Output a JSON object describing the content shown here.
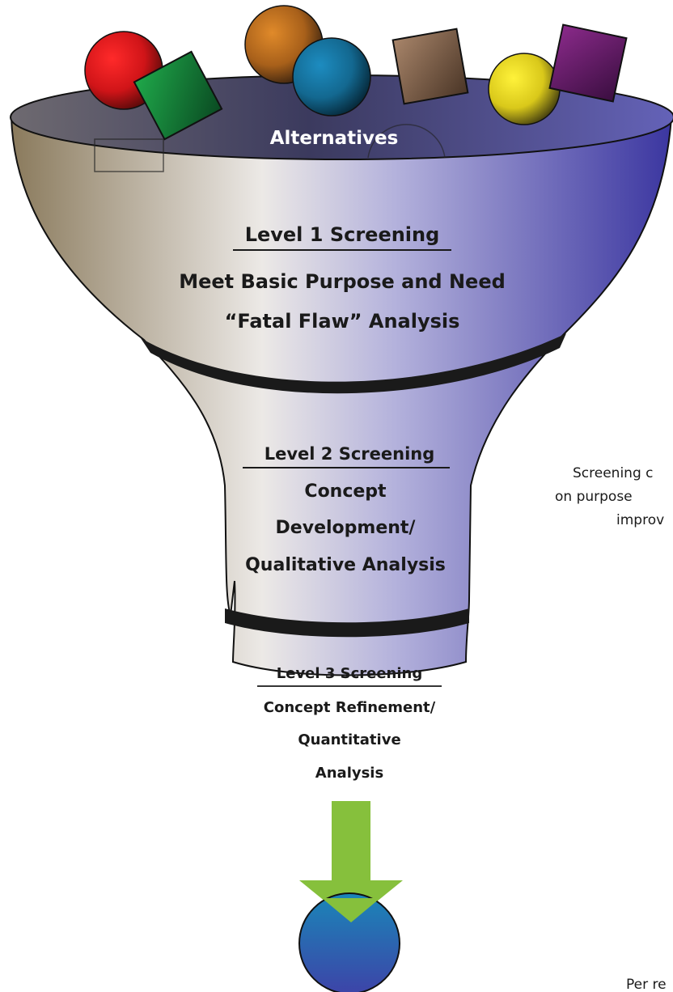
{
  "funnel": {
    "top_label": "Alternatives",
    "level1": {
      "heading": "Level 1 Screening",
      "line1": "Meet Basic Purpose and Need",
      "line2": "“Fatal Flaw” Analysis"
    },
    "level2": {
      "heading": "Level 2 Screening",
      "line1": "Concept",
      "line2": "Development/",
      "line3": "Qualitative Analysis"
    },
    "level3": {
      "heading": "Level 3 Screening",
      "line1": "Concept Refinement/",
      "line2": "Quantitative",
      "line3": "Analysis"
    }
  },
  "side_note": {
    "line1": "Screening c",
    "line2": "on purpose",
    "line3": "improv"
  },
  "footer_note": "Per re",
  "colors": {
    "funnel_left": "#8a7a5c",
    "funnel_mid": "#e4e0ea",
    "funnel_right": "#3b36a0",
    "band": "#1a1a1a",
    "arrow": "#86c03c",
    "result_top": "#1a86b8",
    "result_bottom": "#3d44a8"
  },
  "items": [
    {
      "shape": "sphere",
      "color": "red-sphere"
    },
    {
      "shape": "square",
      "color": "green-square"
    },
    {
      "shape": "sphere",
      "color": "orange-sphere"
    },
    {
      "shape": "sphere",
      "color": "blue-sphere"
    },
    {
      "shape": "square",
      "color": "brown-square"
    },
    {
      "shape": "sphere",
      "color": "yellow-sphere"
    },
    {
      "shape": "square",
      "color": "purple-square"
    }
  ]
}
